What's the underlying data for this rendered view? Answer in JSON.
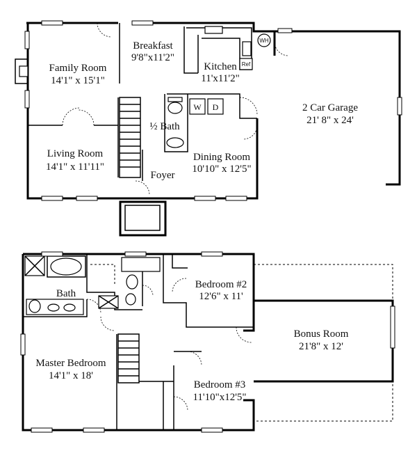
{
  "first_floor": {
    "breakfast": {
      "name": "Breakfast",
      "size": "9'8\"x11'2\""
    },
    "family_room": {
      "name": "Family Room",
      "size": "14'1\" x 15'1\""
    },
    "kitchen": {
      "name": "Kitchen",
      "size": "11'x11'2\""
    },
    "garage": {
      "name": "2 Car Garage",
      "size": "21' 8\" x 24'"
    },
    "half_bath": {
      "name": "½ Bath"
    },
    "living_room": {
      "name": "Living Room",
      "size": "14'1\" x 11'11\""
    },
    "dining_room": {
      "name": "Dining Room",
      "size": "10'10\" x 12'5\""
    },
    "foyer": {
      "name": "Foyer"
    },
    "washer": "W",
    "dryer": "D",
    "refrigerator": "Ref",
    "water_heater": "WH"
  },
  "second_floor": {
    "bath": {
      "name": "Bath"
    },
    "bedroom2": {
      "name": "Bedroom #2",
      "size": "12'6\" x 11'"
    },
    "bonus_room": {
      "name": "Bonus Room",
      "size": "21'8\" x 12'"
    },
    "master_bedroom": {
      "name": "Master Bedroom",
      "size": "14'1\" x 18'"
    },
    "bedroom3": {
      "name": "Bedroom #3",
      "size": "11'10\"x12'5\""
    }
  }
}
